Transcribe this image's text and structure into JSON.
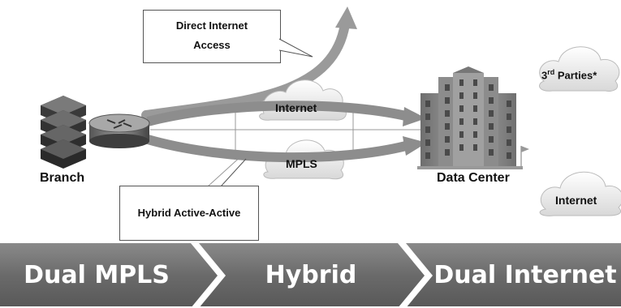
{
  "branch": {
    "label": "Branch"
  },
  "data_center": {
    "label": "Data Center"
  },
  "clouds": {
    "internet_path": "Internet",
    "mpls_path": "MPLS",
    "third_parties_base": "3",
    "third_parties_sup": "rd",
    "third_parties_tail": " Parties*",
    "internet_right": "Internet"
  },
  "callouts": {
    "dia_line1": "Direct Internet",
    "dia_line2": "Access",
    "hybrid": "Hybrid Active-Active"
  },
  "steps": [
    {
      "label": "Dual MPLS"
    },
    {
      "label": "Hybrid"
    },
    {
      "label": "Dual Internet"
    }
  ]
}
